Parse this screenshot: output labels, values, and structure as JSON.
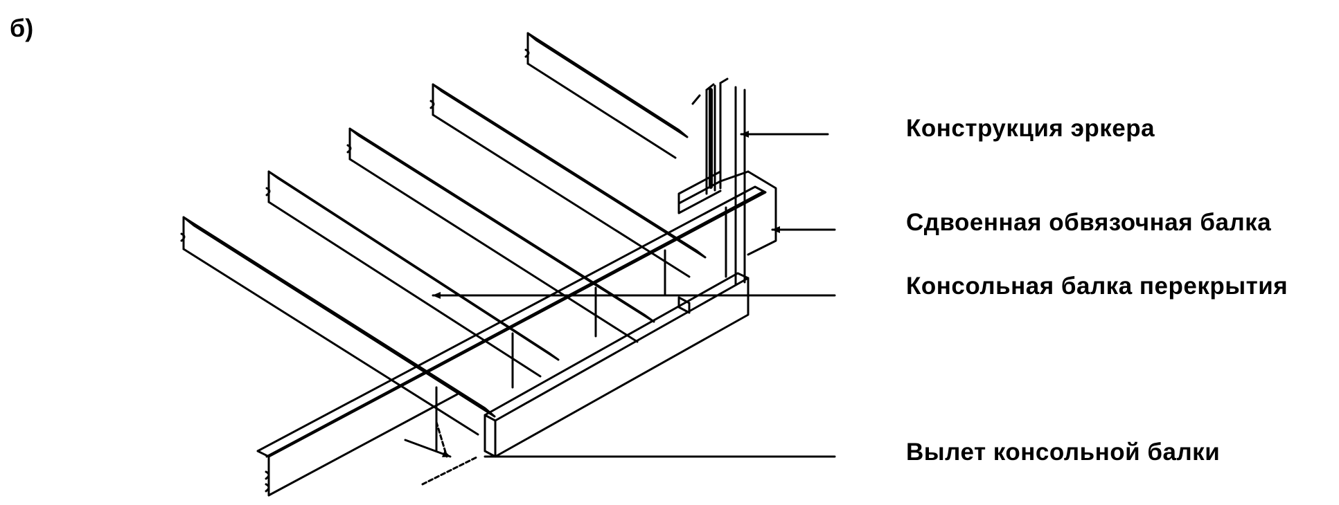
{
  "figure_label": "б)",
  "labels": [
    "Конструкция эркера",
    "Сдвоенная обвязочная балка",
    "Консольная балка перекрытия",
    "Вылет консольной балки"
  ],
  "colors": {
    "ink": "#000000",
    "background": "#ffffff"
  }
}
